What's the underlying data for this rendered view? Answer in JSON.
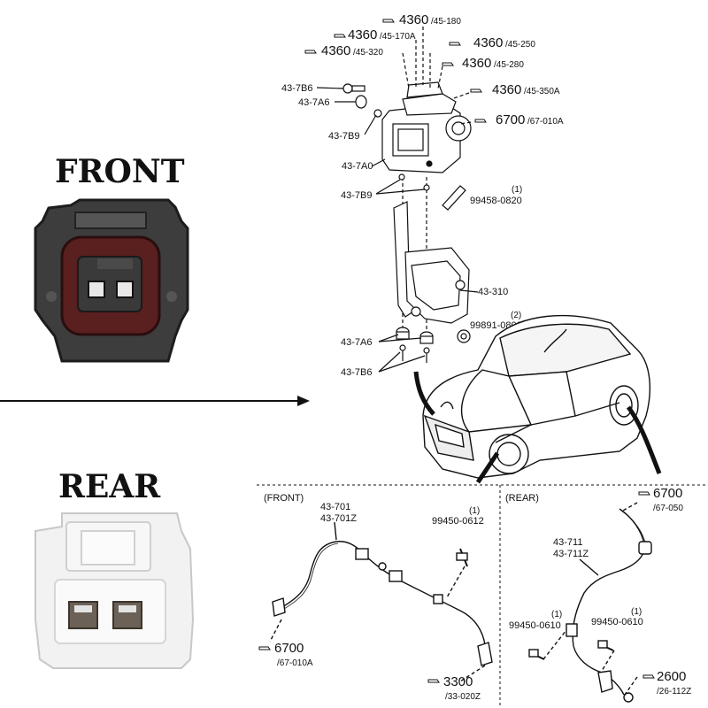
{
  "labels": {
    "front_heading": "FRONT",
    "rear_heading": "REAR",
    "front_section": "(FRONT)",
    "rear_section": "(REAR)"
  },
  "refs": {
    "r4360_180": {
      "code": "4360",
      "sub": "/45-180"
    },
    "r4360_170a": {
      "code": "4360",
      "sub": "/45-170A"
    },
    "r4360_250": {
      "code": "4360",
      "sub": "/45-250"
    },
    "r4360_320": {
      "code": "4360",
      "sub": "/45-320"
    },
    "r4360_280": {
      "code": "4360",
      "sub": "/45-280"
    },
    "r4360_350a": {
      "code": "4360",
      "sub": "/45-350A"
    },
    "r6700_010a": {
      "code": "6700",
      "sub": "/67-010A"
    },
    "f6700_010a": {
      "code": "6700",
      "sub": "/67-010A"
    },
    "f3300_020z": {
      "code": "3300",
      "sub": "/33-020Z"
    },
    "r6700_050": {
      "code": "6700",
      "sub": "/67-050"
    },
    "r2600_112z": {
      "code": "2600",
      "sub": "/26-112Z"
    }
  },
  "parts": {
    "p43_7b6_top": "43-7B6",
    "p43_7a6_top": "43-7A6",
    "p43_7b9_top": "43-7B9",
    "p43_7a0": "43-7A0",
    "p43_7b9_mid": "43-7B9",
    "p99458_qty": "(1)",
    "p99458": "99458-0820",
    "p43_310": "43-310",
    "p99891_qty": "(2)",
    "p99891": "99891-0800",
    "p43_7a6_bot": "43-7A6",
    "p43_7b6_bot": "43-7B6",
    "f43_701": "43-701",
    "f43_701z": "43-701Z",
    "f99450_qty": "(1)",
    "f99450": "99450-0612",
    "r43_711": "43-711",
    "r43_711z": "43-711Z",
    "r99450a_qty": "(1)",
    "r99450a": "99450-0610",
    "r99450b_qty": "(1)",
    "r99450b": "99450-0610"
  },
  "colors": {
    "front_connector_body": "#3d3d3d",
    "front_connector_seal": "#5a1f1f",
    "rear_connector_body": "#f2f2f2"
  }
}
